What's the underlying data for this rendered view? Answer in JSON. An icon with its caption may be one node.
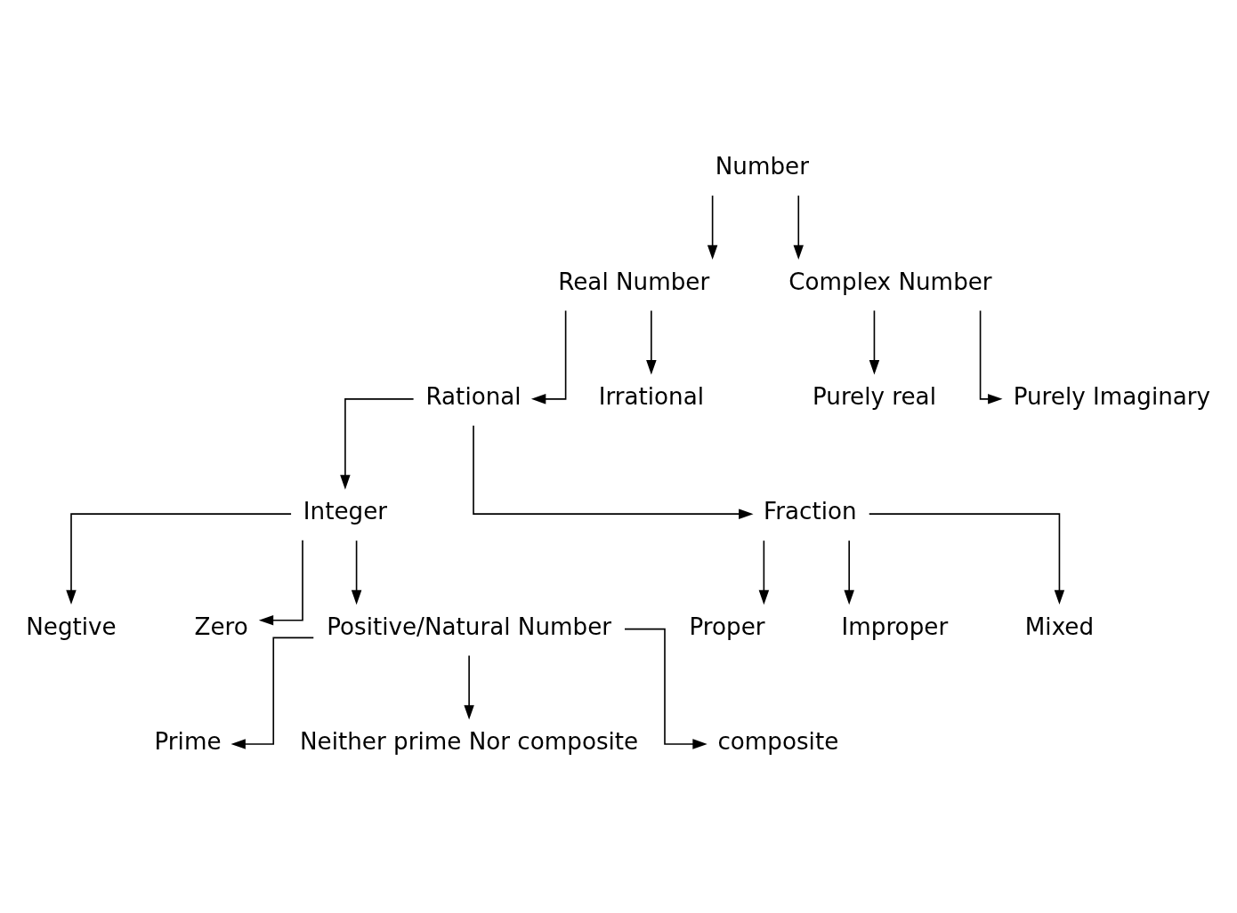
{
  "diagram": {
    "nodes": [
      {
        "text": [
          "Number"
        ]
      },
      {
        "text": [
          "Real Number"
        ]
      },
      {
        "text": [
          "Complex Number"
        ]
      },
      {
        "text": [
          "Rational"
        ]
      },
      {
        "text": [
          "Irrational"
        ]
      },
      {
        "text": [
          "Purely real"
        ]
      },
      {
        "text": [
          "Purely Imaginary"
        ]
      },
      {
        "text": [
          "Integer"
        ]
      },
      {
        "text": [
          "Fraction"
        ]
      },
      {
        "text": [
          "Negtive"
        ]
      },
      {
        "text": [
          "Zero"
        ]
      },
      {
        "text": [
          "Positive/Natural Number"
        ]
      },
      {
        "text": [
          "Proper"
        ]
      },
      {
        "text": [
          "Improper"
        ]
      },
      {
        "text": [
          "Mixed"
        ]
      },
      {
        "text": [
          "Prime"
        ]
      },
      {
        "text": [
          "Neither prime Nor composite"
        ]
      },
      {
        "text": [
          "composite"
        ]
      }
    ],
    "edges": [
      {
        "from": 0,
        "to": 1,
        "arrow": "to"
      },
      {
        "from": 0,
        "to": 2,
        "arrow": "to"
      },
      {
        "from": 1,
        "to": 3,
        "arrow": "to"
      },
      {
        "from": 1,
        "to": 4,
        "arrow": "to"
      },
      {
        "from": 2,
        "to": 5,
        "arrow": "to"
      },
      {
        "from": 2,
        "to": 6,
        "arrow": "to"
      },
      {
        "from": 3,
        "to": 7,
        "arrow": "to"
      },
      {
        "from": 3,
        "to": 8,
        "arrow": "to"
      },
      {
        "from": 7,
        "to": 9,
        "arrow": "to"
      },
      {
        "from": 7,
        "to": 10,
        "arrow": "to"
      },
      {
        "from": 7,
        "to": 11,
        "arrow": "to"
      },
      {
        "from": 8,
        "to": 12,
        "arrow": "to"
      },
      {
        "from": 8,
        "to": 13,
        "arrow": "to"
      },
      {
        "from": 8,
        "to": 14,
        "arrow": "to"
      },
      {
        "from": 11,
        "to": 15,
        "arrow": "to"
      },
      {
        "from": 11,
        "to": 16,
        "arrow": "to"
      },
      {
        "from": 11,
        "to": 17,
        "arrow": "to"
      }
    ]
  }
}
